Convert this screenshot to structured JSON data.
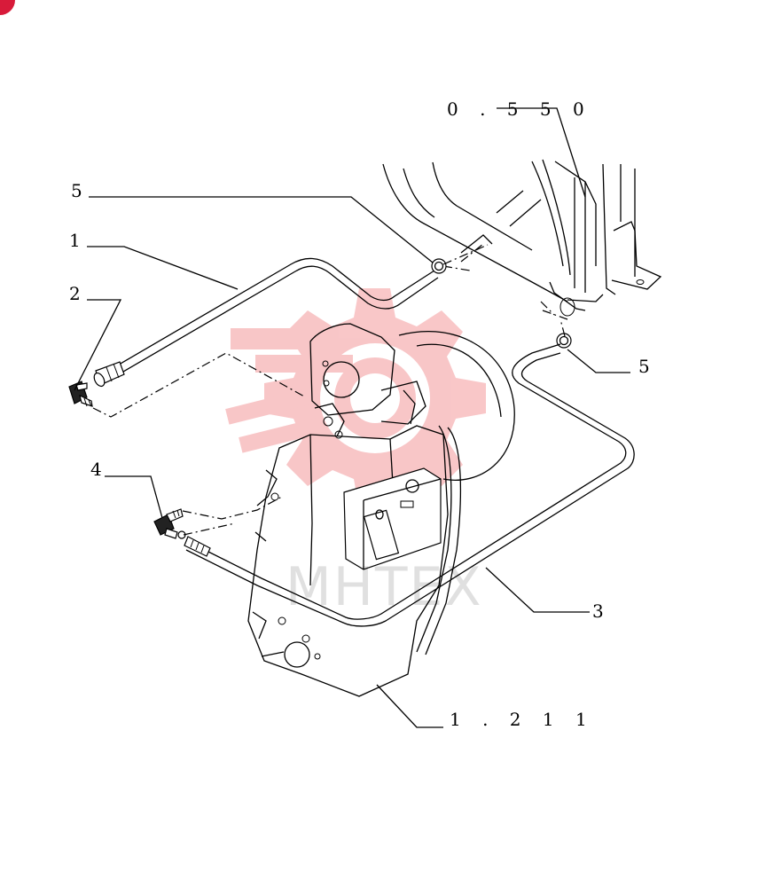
{
  "callouts": {
    "c5_top": "5",
    "c1": "1",
    "c2": "2",
    "c5_right": "5",
    "c4": "4",
    "c3": "3"
  },
  "references": {
    "radiator_ref": "0 . 5 5 0",
    "transmission_ref": "1 . 2 1 1"
  },
  "watermark": {
    "text": "MHTEX",
    "color": "#e8353b"
  },
  "corner_badge": {
    "color": "#d81b3a"
  }
}
